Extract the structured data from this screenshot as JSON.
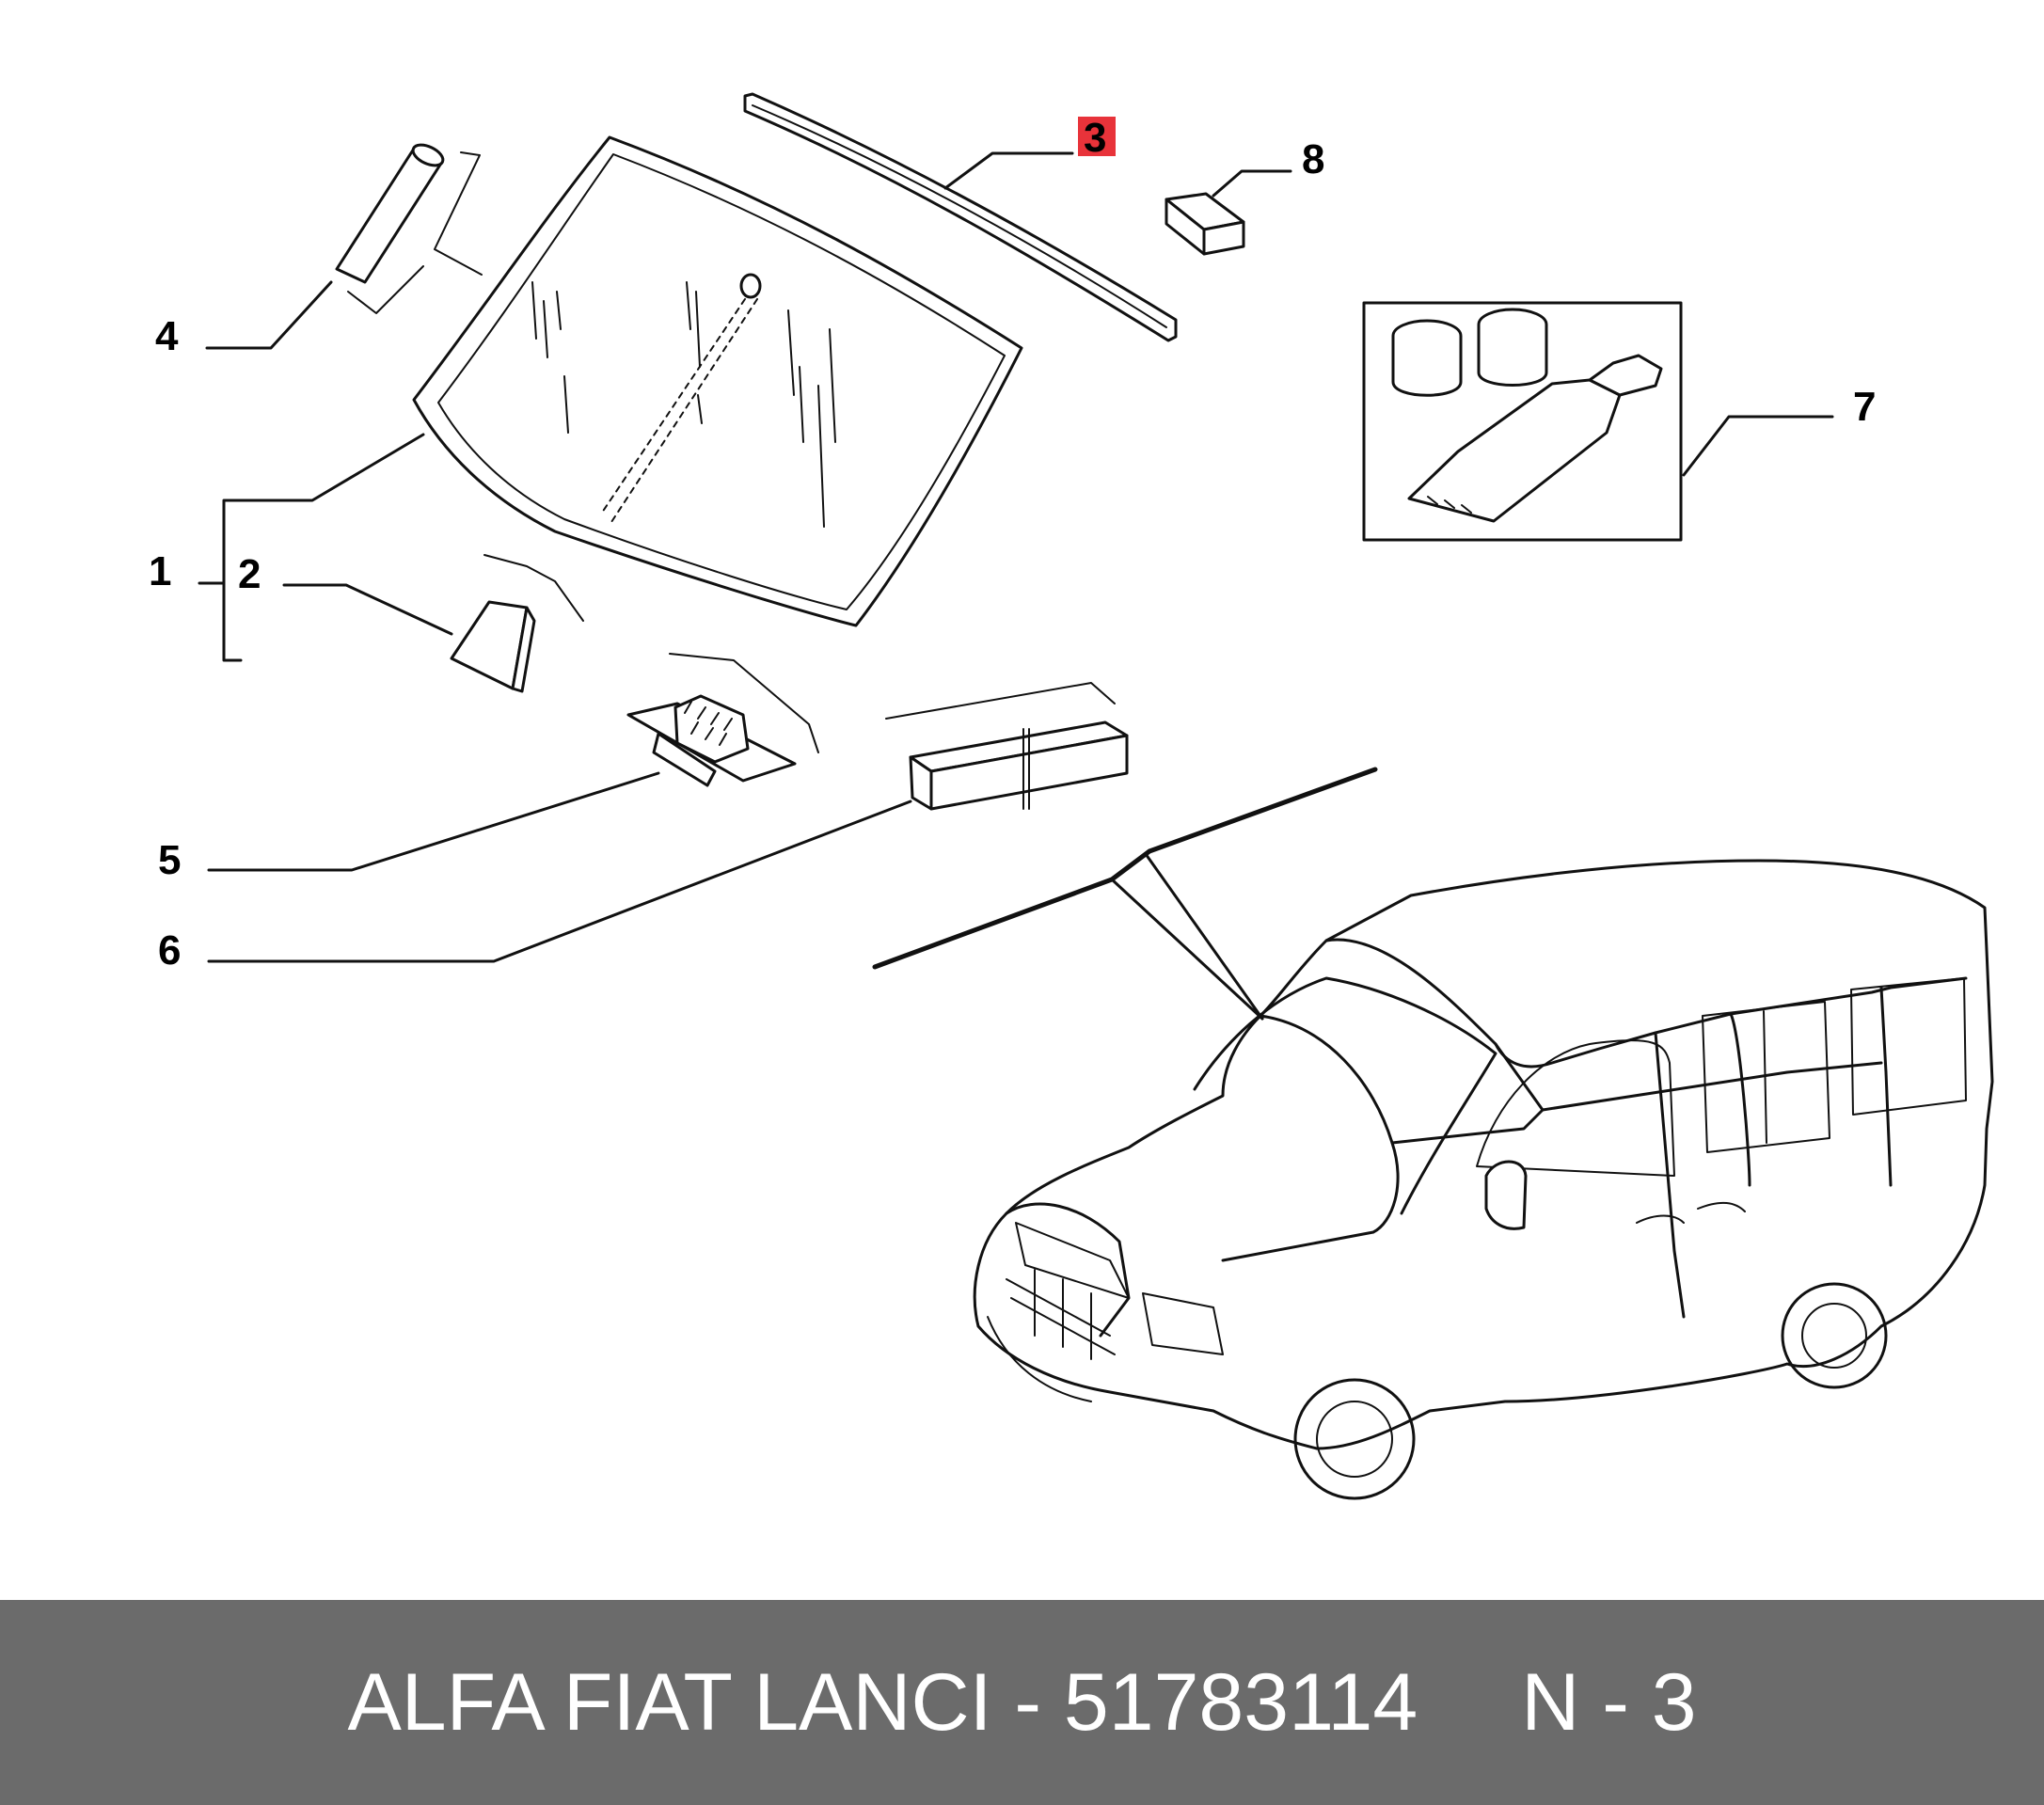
{
  "diagram": {
    "callouts": [
      {
        "key": "1",
        "label": "1"
      },
      {
        "key": "2",
        "label": "2"
      },
      {
        "key": "3",
        "label": "3",
        "highlighted": true
      },
      {
        "key": "4",
        "label": "4"
      },
      {
        "key": "5",
        "label": "5"
      },
      {
        "key": "6",
        "label": "6"
      },
      {
        "key": "7",
        "label": "7"
      },
      {
        "key": "8",
        "label": "8"
      }
    ],
    "highlight_color": "#e8333a",
    "line_color": "#111111"
  },
  "footer": {
    "part_text": "ALFA FIAT LANCI - 51783114",
    "ref_text": "N - 3",
    "background_color": "#6b6b6b",
    "text_color": "#ffffff"
  }
}
